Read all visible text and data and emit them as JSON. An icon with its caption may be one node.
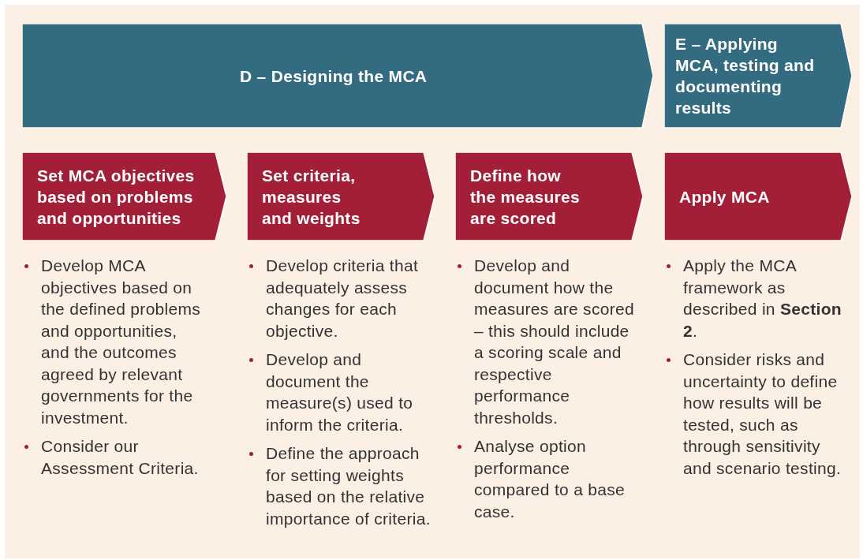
{
  "diagram": {
    "nodes": [
      {
        "text": [
          "D – Designing the MCA"
        ]
      },
      {
        "text": [
          "E – Applying MCA, testing and documenting results"
        ]
      },
      {
        "text": [
          "Set MCA objectives based on problems and opportunities"
        ],
        "beside": [
          "Develop MCA objectives based on the defined problems and opportunities, and the outcomes agreed by relevant governments for the investment.",
          "Consider our Assessment Criteria."
        ]
      },
      {
        "text": [
          "Set criteria, measures and weights"
        ],
        "beside": [
          "Develop criteria that adequately assess changes for each objective.",
          "Develop and document the measure(s) used to inform the criteria.",
          "Define the approach for setting weights based on the relative importance of criteria."
        ]
      },
      {
        "text": [
          "Define how the measures are scored"
        ],
        "beside": [
          "Develop and document how the measures are scored – this should include a scoring scale and respective performance thresholds.",
          "Analyse option performance compared to a base case."
        ]
      },
      {
        "text": [
          "Apply MCA"
        ],
        "beside": [
          "Apply the MCA framework as described in **Section 2**.",
          "Consider risks and uncertainty to define how results will be tested, such as through sensitivity and scenario testing."
        ]
      }
    ]
  }
}
